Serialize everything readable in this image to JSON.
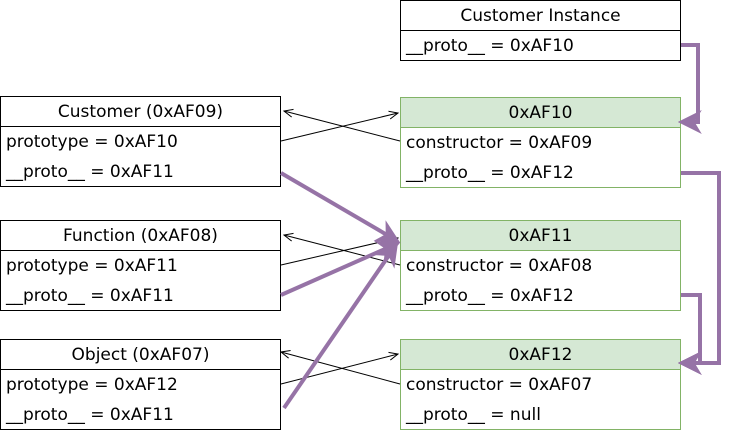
{
  "diagram": {
    "customer_instance": {
      "title": "Customer Instance",
      "proto": "__proto__ = 0xAF10"
    },
    "customer": {
      "title": "Customer (0xAF09)",
      "prototype": "prototype = 0xAF10",
      "proto": "__proto__ = 0xAF11"
    },
    "function": {
      "title": "Function (0xAF08)",
      "prototype": "prototype = 0xAF11",
      "proto": "__proto__ = 0xAF11"
    },
    "object": {
      "title": "Object (0xAF07)",
      "prototype": "prototype = 0xAF12",
      "proto": "__proto__ = 0xAF11"
    },
    "af10": {
      "title": "0xAF10",
      "constructor": "constructor = 0xAF09",
      "proto": "__proto__ = 0xAF12"
    },
    "af11": {
      "title": "0xAF11",
      "constructor": "constructor = 0xAF08",
      "proto": "__proto__ = 0xAF12"
    },
    "af12": {
      "title": "0xAF12",
      "constructor": "constructor = 0xAF07",
      "proto": "__proto__ = null"
    }
  },
  "colors": {
    "proto_header_fill": "#d5e8d4",
    "proto_border": "#82b366",
    "proto_link": "#9673a6",
    "reference_link": "#000000"
  }
}
